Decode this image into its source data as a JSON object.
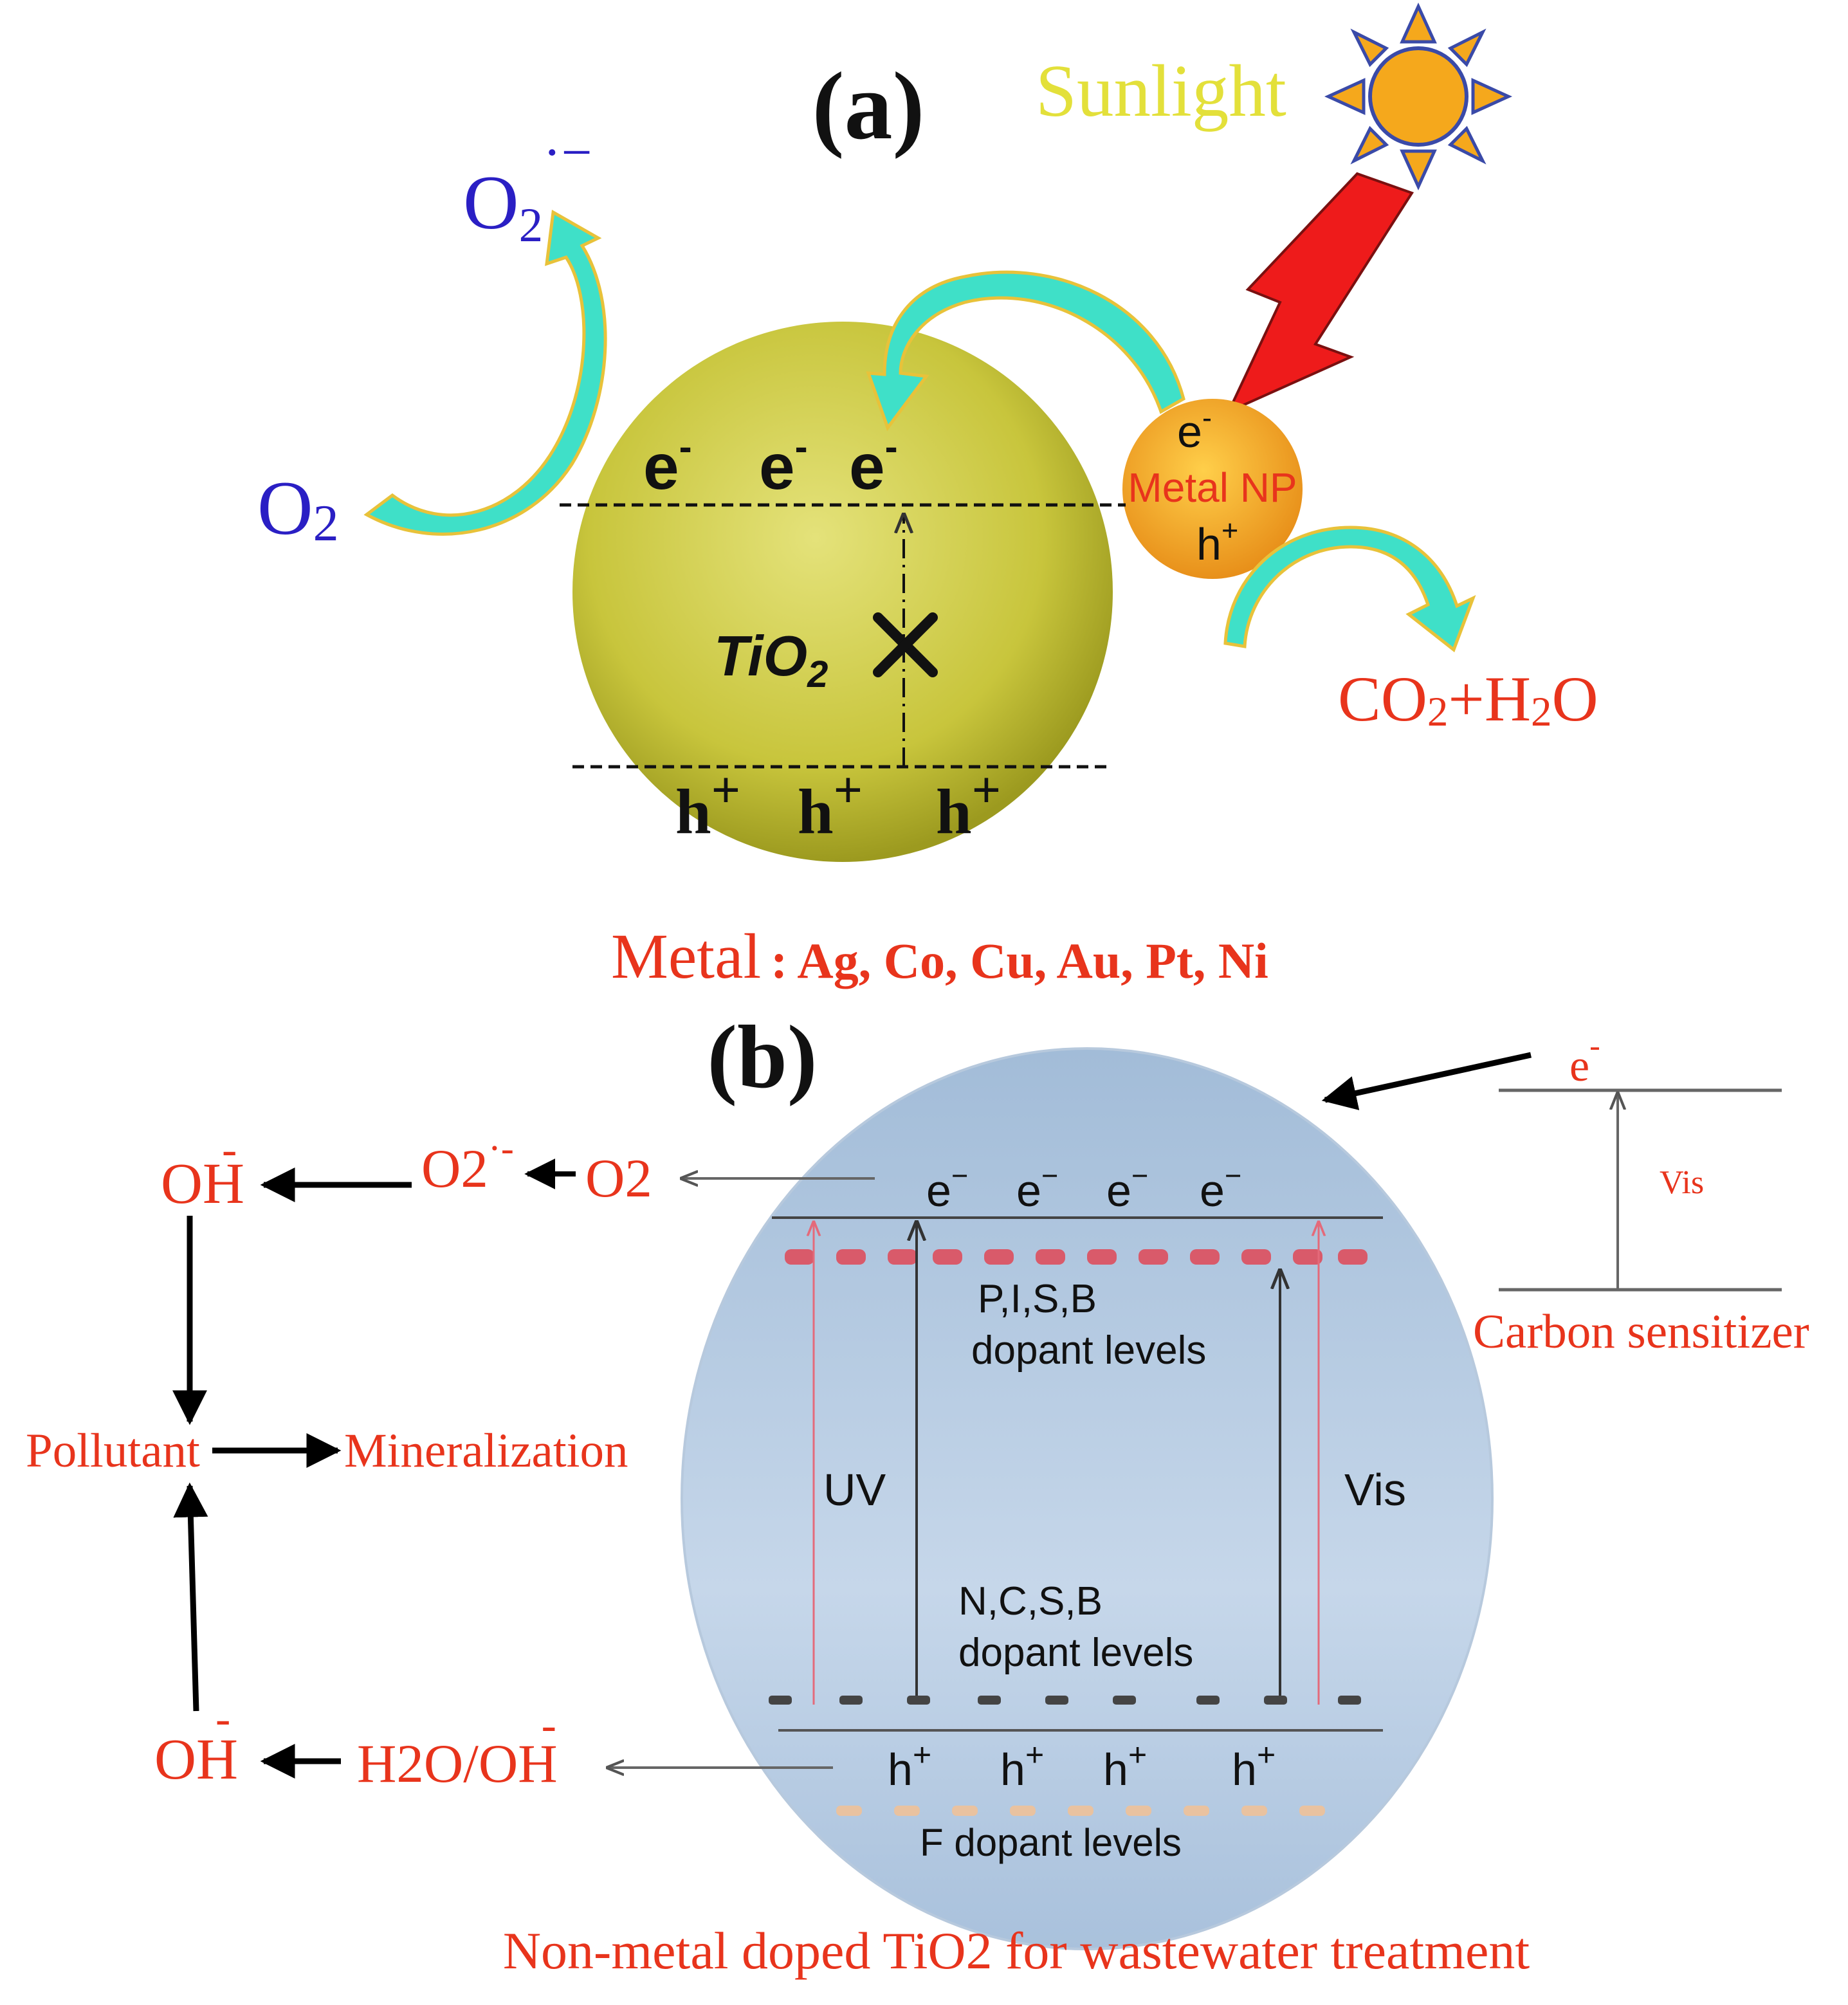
{
  "panel_a": {
    "label": "(a)",
    "sunlight": "Sunlight",
    "o2_radical_base": "O",
    "o2_radical_sub": "2",
    "o2_radical_sup": "·−",
    "o2_base": "O",
    "o2_sub": "2",
    "electron": "e",
    "electron_sup": "-",
    "hole": "h",
    "hole_sup": "+",
    "tio2_base": "TiO",
    "tio2_sub": "2",
    "metal_np_electron": "e",
    "metal_np_electron_sup": "-",
    "metal_np_label": "Metal NP",
    "metal_np_hole": "h",
    "metal_np_hole_sup": "+",
    "co2_h2o_parts": [
      "CO",
      "2",
      "+H",
      "2",
      "O"
    ],
    "metal_label": "Metal",
    "metal_list": ": Ag, Co, Cu, Au, Pt, Ni"
  },
  "panel_b": {
    "label": "(b)",
    "carbon_electron": "e",
    "carbon_electron_sup": "-",
    "vis_small": "Vis",
    "carbon_sensitizer": "Carbon sensitizer",
    "oh_top": "OH",
    "oh_top_sup": "-",
    "o2_radical": "O2",
    "o2_radical_sup": "·-",
    "o2": "O2",
    "pollutant": "Pollutant",
    "mineralization": "Mineralization",
    "oh_bottom": "OH",
    "oh_bottom_sup": "-",
    "h2o_oh": "H2O/OH",
    "h2o_oh_sup": "-",
    "electron": "e",
    "electron_sup": "−",
    "hole": "h",
    "hole_sup": "+",
    "pisb_line1": "P,I,S,B",
    "pisb_line2": "dopant levels",
    "uv": "UV",
    "vis": "Vis",
    "ncsb_line1": "N,C,S,B",
    "ncsb_line2": "dopant levels",
    "f_levels": "F dopant levels",
    "caption": "Non-metal doped TiO2 for wastewater treatment"
  },
  "colors": {
    "red": "#e8341c",
    "blue": "#2a1fc4",
    "yellow_text": "#e3e03a",
    "teal": "#3fe0c8",
    "tio2_sphere": "#c7c43a",
    "metal_np": "#f2a81d",
    "sun": "#f5a81c",
    "bolt": "#ee1b1b",
    "ellipse_b": "#a9c3de"
  }
}
